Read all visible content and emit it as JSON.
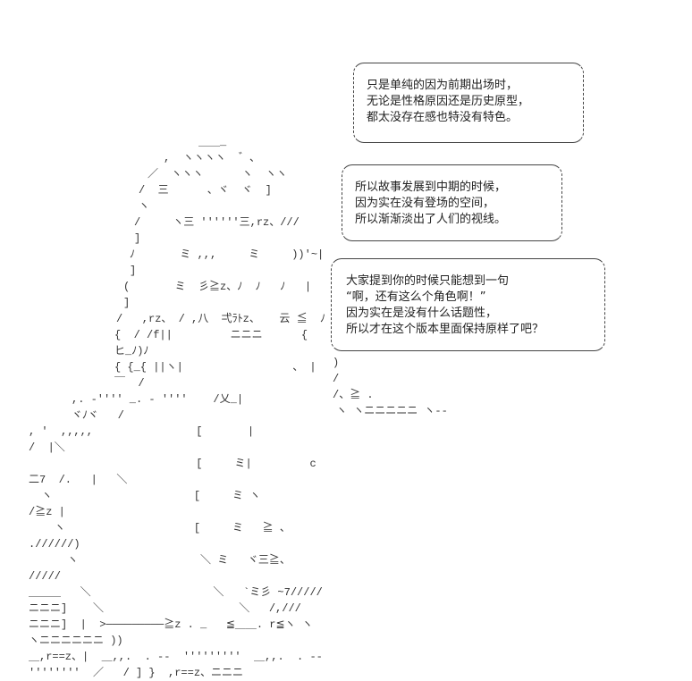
{
  "bubbles": [
    {
      "lines": [
        "只是单纯的因为前期出场时，",
        "无论是性格原因还是历史原型，",
        "都太没存在感也特没有特色。"
      ]
    },
    {
      "lines": [
        "所以故事发展到中期的时候，",
        "因为实在没有登场的空间，",
        "所以渐渐淡出了人们的视线。"
      ]
    },
    {
      "lines": [
        "大家提到你的时候只能想到一句",
        "“啊，还有这么个角色啊！”",
        "因为实在是没有什么话题性，",
        "所以才在这个版本里面保持原样了吧？"
      ]
    }
  ],
  "art_lines": [
    "＿＿_",
    ",  ヽヽヽヽ  ゛、",
    "／  ヽヽヽ      ヽ  ヽヽ",
    "/  三      、ヾ  ヾ  ]       ヽ",
    "/     ヽ三 ''''''三,rz、///     ]",
    "ﾉ       ミ ,,,     ミ     ))'~|  ]",
    "(       ミ  彡≧z、ﾉ  ﾉ   ﾉ   |  ]",
    "/   ,rz、 / ,八  弌ﾗﾄz、   云 ≦  ﾉ",
    "{  / /f||         ニニニ      {  ヒ_ﾉ)ﾉ",
    "{ {_{ ||ヽ|                 、 |   ￣  /",
    ",. -'''' _. - ''''    /乂_|               ヾﾉヾ   /",
    ", '  ,,,,,                [       |                 /  |＼",
    "                          [     ミ|         c二7  /.   |   ＼",
    "  ヽ                      [     ミ ヽ               /≧z |",
    "    ヽ                    [     ミ   ≧ 、       .//////)",
    "      ヽ                   ＼ ミ   ヾ三≧、     /////",
    "＿＿＿   ＼                   ＼   `ミ彡 ~7/////",
    "ニニニ]    ＼                     ＼   /,///",
    "ニニニ]  |  >─────────≧z . _   ≦＿＿. r≦ヽ ヽ ヽニニニニニニ ))",
    "＿,r==z、|  ＿,,.  . ‐‐  '''''''''  ＿,,.  . ‐‐  ''''''''  ／   / ] }  ,r==z、ニニニ"
  ],
  "art_right": [
    ")",
    "/",
    "/、≧ .",
    "ヽ ヽニニニニニ ヽ‐‐"
  ]
}
